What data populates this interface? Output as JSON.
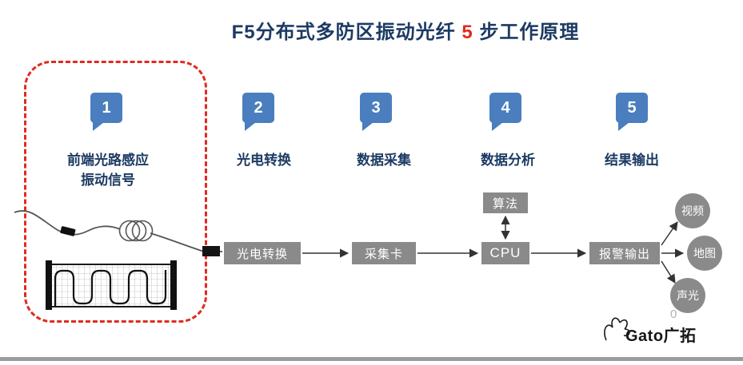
{
  "title": {
    "part1": "F5分布式多防区振动光纤 ",
    "highlight": "5",
    "part2": " 步工作原理"
  },
  "steps": [
    {
      "number": "1",
      "label_line1": "前端光路感应",
      "label_line2": "振动信号"
    },
    {
      "number": "2",
      "label_line1": "光电转换",
      "label_line2": ""
    },
    {
      "number": "3",
      "label_line1": "数据采集",
      "label_line2": ""
    },
    {
      "number": "4",
      "label_line1": "数据分析",
      "label_line2": ""
    },
    {
      "number": "5",
      "label_line1": "结果输出",
      "label_line2": ""
    }
  ],
  "flow": {
    "box_oe": "光电转换",
    "box_daq": "采集卡",
    "box_cpu": "CPU",
    "box_alarm": "报警输出",
    "box_algo": "算法",
    "outputs": [
      {
        "label": "视频"
      },
      {
        "label": "地图"
      },
      {
        "label": "声光"
      }
    ]
  },
  "footer": {
    "logo": "Gato广拓",
    "stray": "0"
  },
  "colors": {
    "badge_blue": "#4a7ebe",
    "label_navy": "#1c3a63",
    "dashed_red": "#e02b20",
    "box_gray": "#8a8a8a"
  }
}
